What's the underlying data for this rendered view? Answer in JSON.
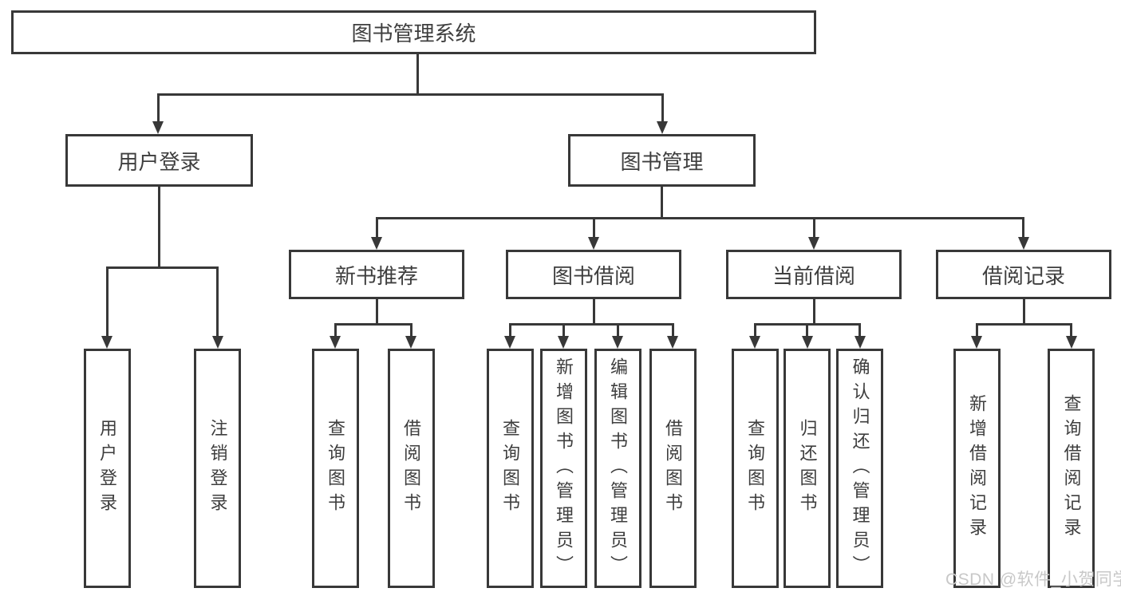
{
  "diagram": {
    "type": "tree",
    "colors": {
      "background": "#ffffff",
      "line": "#383838",
      "box_border": "#383838",
      "box_fill": "#ffffff",
      "text": "#3e3e3e",
      "watermark": "#c8c8c8"
    },
    "tree": {
      "label": "图书管理系统",
      "children": [
        {
          "label": "用户登录",
          "children": [
            {
              "label": "用户登录"
            },
            {
              "label": "注销登录"
            }
          ]
        },
        {
          "label": "图书管理",
          "children": [
            {
              "label": "新书推荐",
              "children": [
                {
                  "label": "查询图书"
                },
                {
                  "label": "借阅图书"
                }
              ]
            },
            {
              "label": "图书借阅",
              "children": [
                {
                  "label": "查询图书"
                },
                {
                  "label": "新增图书（管理员）"
                },
                {
                  "label": "编辑图书（管理员）"
                },
                {
                  "label": "借阅图书"
                }
              ]
            },
            {
              "label": "当前借阅",
              "children": [
                {
                  "label": "查询图书"
                },
                {
                  "label": "归还图书"
                },
                {
                  "label": "确认归还（管理员）"
                }
              ]
            },
            {
              "label": "借阅记录",
              "children": [
                {
                  "label": "新增借阅记录"
                },
                {
                  "label": "查询借阅记录"
                }
              ]
            }
          ]
        }
      ]
    }
  },
  "watermark": {
    "text": "CSDN @软件_小贺同学"
  }
}
